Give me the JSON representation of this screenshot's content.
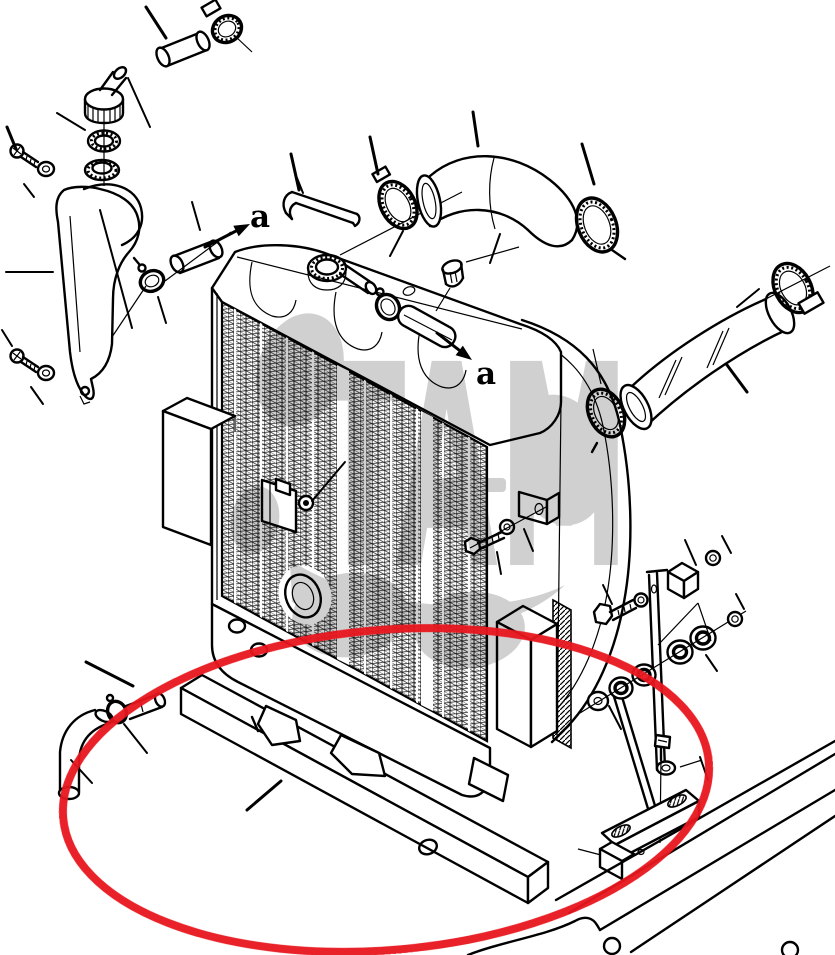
{
  "diagram": {
    "type": "exploded-parts-view",
    "subject": "radiator-assembly",
    "labels": {
      "section_a_1": "a",
      "section_a_2": "a"
    },
    "watermark": {
      "text": "TAM",
      "color": "#c8c8c8"
    },
    "highlight": {
      "shape": "ellipse",
      "color": "#e8161d"
    },
    "colors": {
      "line": "#000000",
      "background": "#ffffff"
    },
    "parts": [
      "hose-clamp",
      "breather-tube",
      "filler-cap",
      "cap-gasket",
      "reserve-tank",
      "mounting-screw",
      "washer",
      "overflow-tube",
      "radiator",
      "radiator-core",
      "upper-hose",
      "lower-hose",
      "plug",
      "mounting-pad",
      "support-beam",
      "stay-bar",
      "mounting-bracket",
      "grommet",
      "nut",
      "bolt",
      "drain-hose",
      "frame-rail"
    ]
  }
}
